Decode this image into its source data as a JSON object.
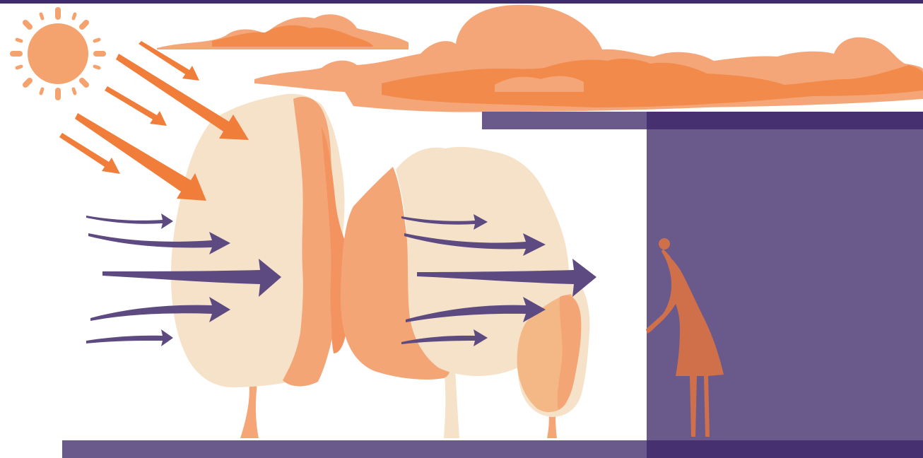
{
  "illustration": {
    "subject": "trees-shading-and-wind-cooling-building",
    "colors": {
      "frame": "#3f2d6b",
      "building_wall": "#6a5a8c",
      "building_roof": "#5f4e86",
      "building_roof_dark": "#3f2d6b",
      "ground": "#6a5a8c",
      "ground_dark": "#4a3575",
      "sun": "#f5a36e",
      "cloud_light": "#f5a678",
      "cloud_dark": "#f28a4b",
      "sun_ray_arrow": "#f07d3a",
      "wind_arrow": "#5c4a80",
      "tree_light": "#f6e2c8",
      "tree_mid": "#f4a576",
      "tree_orange": "#f29360",
      "tree_pale_orange": "#f4b887",
      "trunk": "#f5a576",
      "person": "#d0704a"
    },
    "elements": {
      "sun": "sun-icon",
      "clouds": "cloud-shape",
      "sun_rays": "sun-ray-arrow-icon",
      "wind": "wind-arrow-icon",
      "trees": "tree-shape",
      "person": "person-silhouette",
      "building": "building-block"
    },
    "counts": {
      "sun_ray_arrows": 5,
      "wind_arrows": 10,
      "trees": 3
    }
  }
}
